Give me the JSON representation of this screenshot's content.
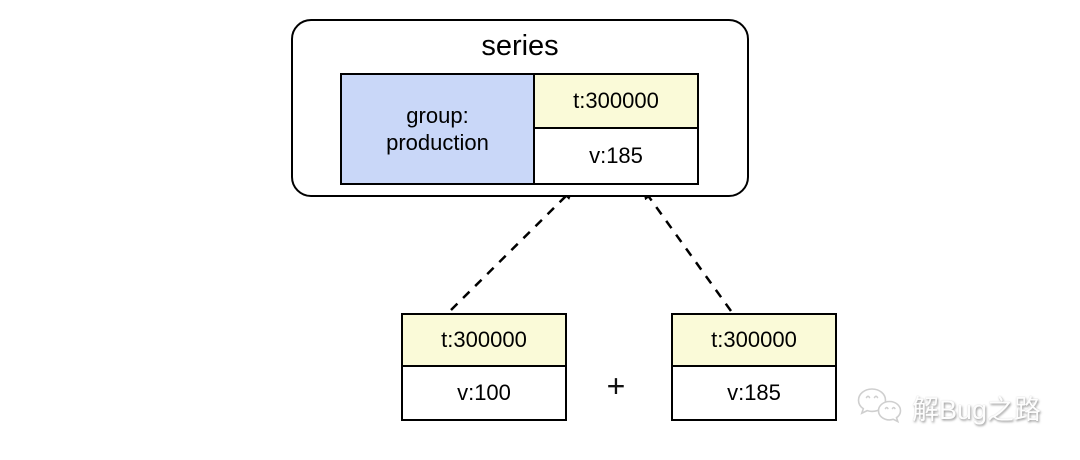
{
  "diagram": {
    "series_box": {
      "title": "series",
      "group_cell": {
        "line1": "group:",
        "line2": "production"
      },
      "time_cell": "t:300000",
      "value_cell": "v:185"
    },
    "operands": [
      {
        "time": "t:300000",
        "value": "v:100"
      },
      {
        "time": "t:300000",
        "value": "v:185"
      }
    ],
    "operator": "+"
  },
  "watermark": {
    "text": "解Bug之路",
    "icon": "wechat-icon"
  },
  "colors": {
    "group_fill": "#c9d7f8",
    "time_fill": "#fafad8",
    "border": "#000000",
    "background": "#ffffff"
  }
}
